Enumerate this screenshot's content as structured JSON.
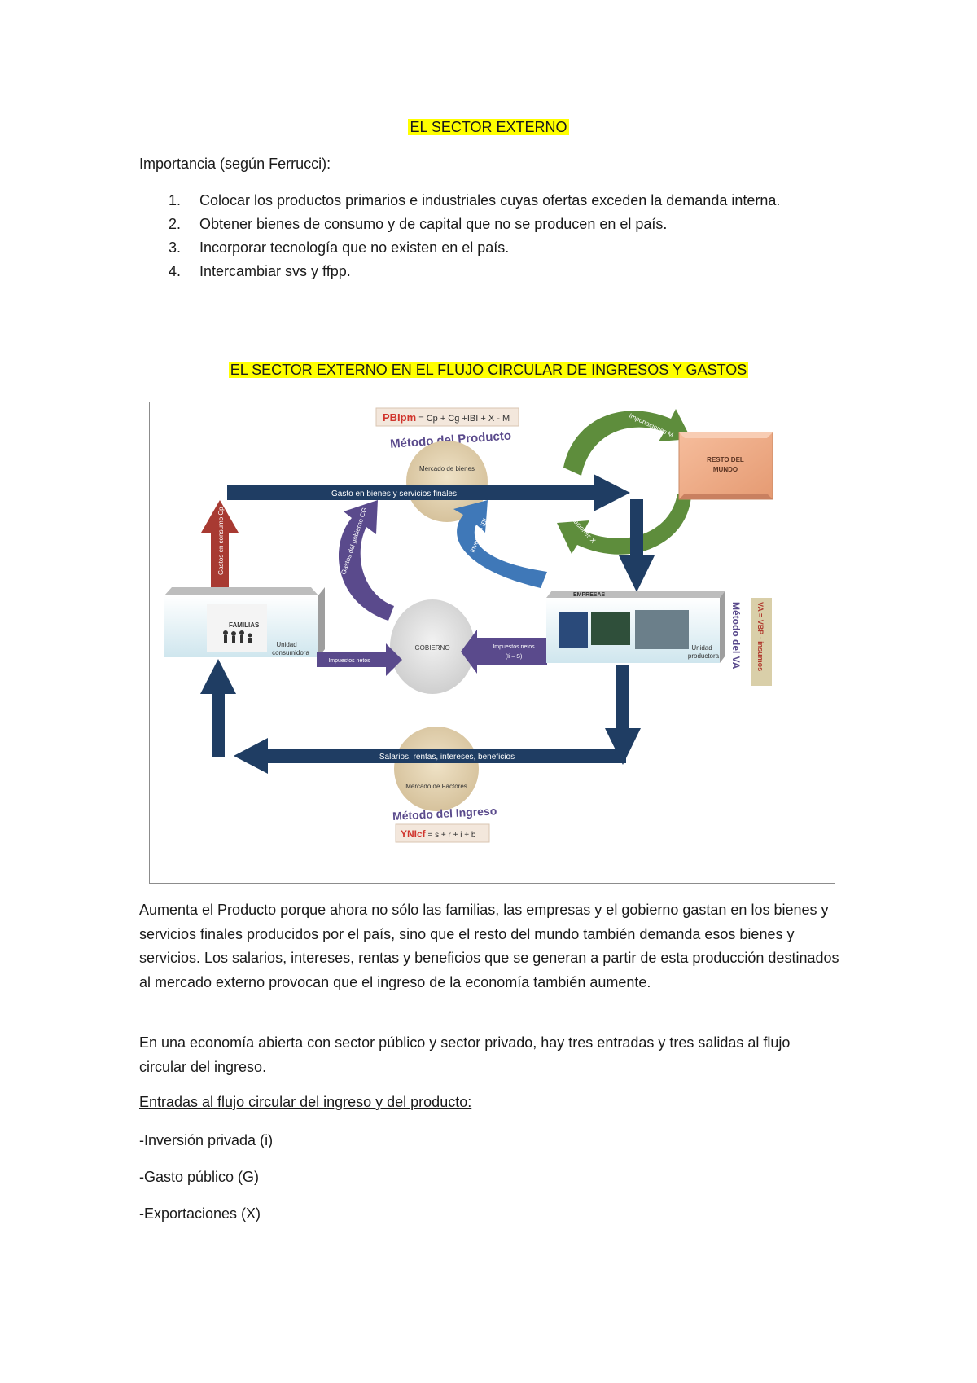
{
  "doc": {
    "title": "EL SECTOR EXTERNO",
    "importance_heading": "Importancia (según Ferrucci):",
    "points": [
      {
        "num": "1.",
        "text": "Colocar los productos primarios e industriales cuyas ofertas exceden la demanda interna."
      },
      {
        "num": "2.",
        "text": "Obtener bienes de consumo y de capital que no se producen en el país."
      },
      {
        "num": "3.",
        "text": "Incorporar tecnología que no existen en el país."
      },
      {
        "num": "4.",
        "text": "Intercambiar svs y ffpp."
      }
    ],
    "subtitle": "EL SECTOR EXTERNO EN EL FLUJO CIRCULAR DE INGRESOS Y GASTOS",
    "paragraph1": "Aumenta el Producto porque ahora no sólo las familias, las empresas y el gobierno gastan en los bienes y servicios finales producidos por el país, sino que el resto del mundo también demanda esos bienes y servicios. Los salarios, intereses, rentas y beneficios que se generan a partir de esta producción destinados al mercado externo provocan que el ingreso de la economía también aumente.",
    "paragraph2": "En una economía abierta con sector público y sector privado, hay tres entradas y tres salidas al flujo circular del ingreso.",
    "entries_heading": "Entradas al flujo circular del ingreso y del producto:",
    "entries": [
      "-Inversión privada (i)",
      "-Gasto público (G)",
      "-Exportaciones (X)"
    ]
  },
  "diagram": {
    "formula_product_lhs": "PBIpm",
    "formula_product_rhs": " = Cp + Cg +IBI + X - M",
    "method_product": "Método del Producto",
    "market_goods": "Mercado de bienes",
    "flow_spending": "Gasto  en bienes y servicios finales",
    "rest_of_world_line1": "RESTO DEL",
    "rest_of_world_line2": "MUNDO",
    "imports_label": "Importaciones M",
    "exports_label": "Exportaciones X",
    "consumption_label": "Gastos en consumo Cp",
    "gov_spending_label": "Gastos del gobierno CG",
    "investment_label": "Inversión IBI",
    "families_title": "FAMILIAS",
    "families_unit_line1": "Unidad",
    "families_unit_line2": "consumidora",
    "government_label": "GOBIERNO",
    "direct_taxes_label": "Impuestos netos",
    "indirect_taxes_line1": "Impuestos netos",
    "indirect_taxes_line2": "(Ii – S)",
    "firms_title": "EMPRESAS",
    "firms_unit_line1": "Unidad",
    "firms_unit_line2": "productora",
    "method_va": "Método del VA",
    "va_formula": "VA = VBP - insumos",
    "flow_income": "Salarios, rentas, intereses, beneficios",
    "market_factors": "Mercado de Factores",
    "method_income": "Método del Ingreso",
    "formula_income_lhs": "YNIcf",
    "formula_income_rhs": " = s + r + i + b",
    "colors": {
      "navy": "#1f3d63",
      "red": "#a83a32",
      "purple": "#5a4a8c",
      "green": "#5e8d3c",
      "box_orange": "#f0a982",
      "sand": "#e6d5b5",
      "va_box": "#d9cfa9"
    }
  }
}
